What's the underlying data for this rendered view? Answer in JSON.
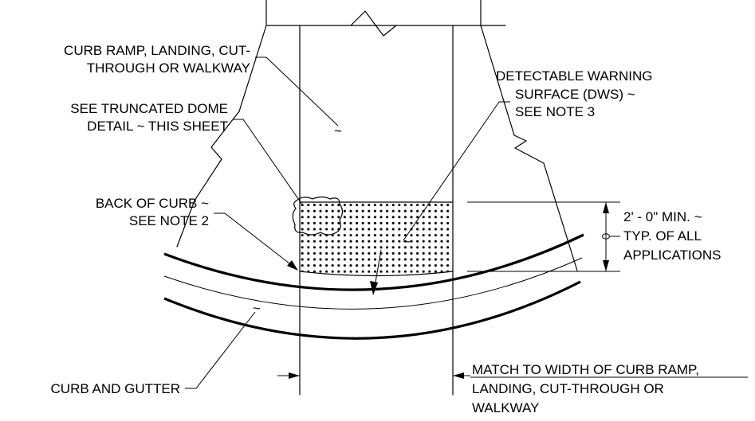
{
  "callouts": {
    "curb_ramp": [
      "CURB RAMP, LANDING, CUT-",
      "THROUGH OR WALKWAY"
    ],
    "truncated_dome": [
      "SEE TRUNCATED DOME",
      "DETAIL ~ THIS SHEET"
    ],
    "back_of_curb": [
      "BACK OF CURB ~",
      "SEE NOTE 2"
    ],
    "curb_and_gutter": "CURB AND GUTTER",
    "dws": [
      "DETECTABLE WARNING",
      "SURFACE (DWS) ~",
      "SEE NOTE 3"
    ],
    "dimension": [
      "2' - 0\" MIN. ~",
      "TYP. OF ALL",
      "APPLICATIONS"
    ],
    "match_width": [
      "MATCH TO WIDTH OF CURB RAMP,",
      "LANDING, CUT-THROUGH OR",
      "WALKWAY"
    ]
  },
  "symbols": {
    "surface_marker": "~",
    "centerline": "centerline-symbol"
  }
}
